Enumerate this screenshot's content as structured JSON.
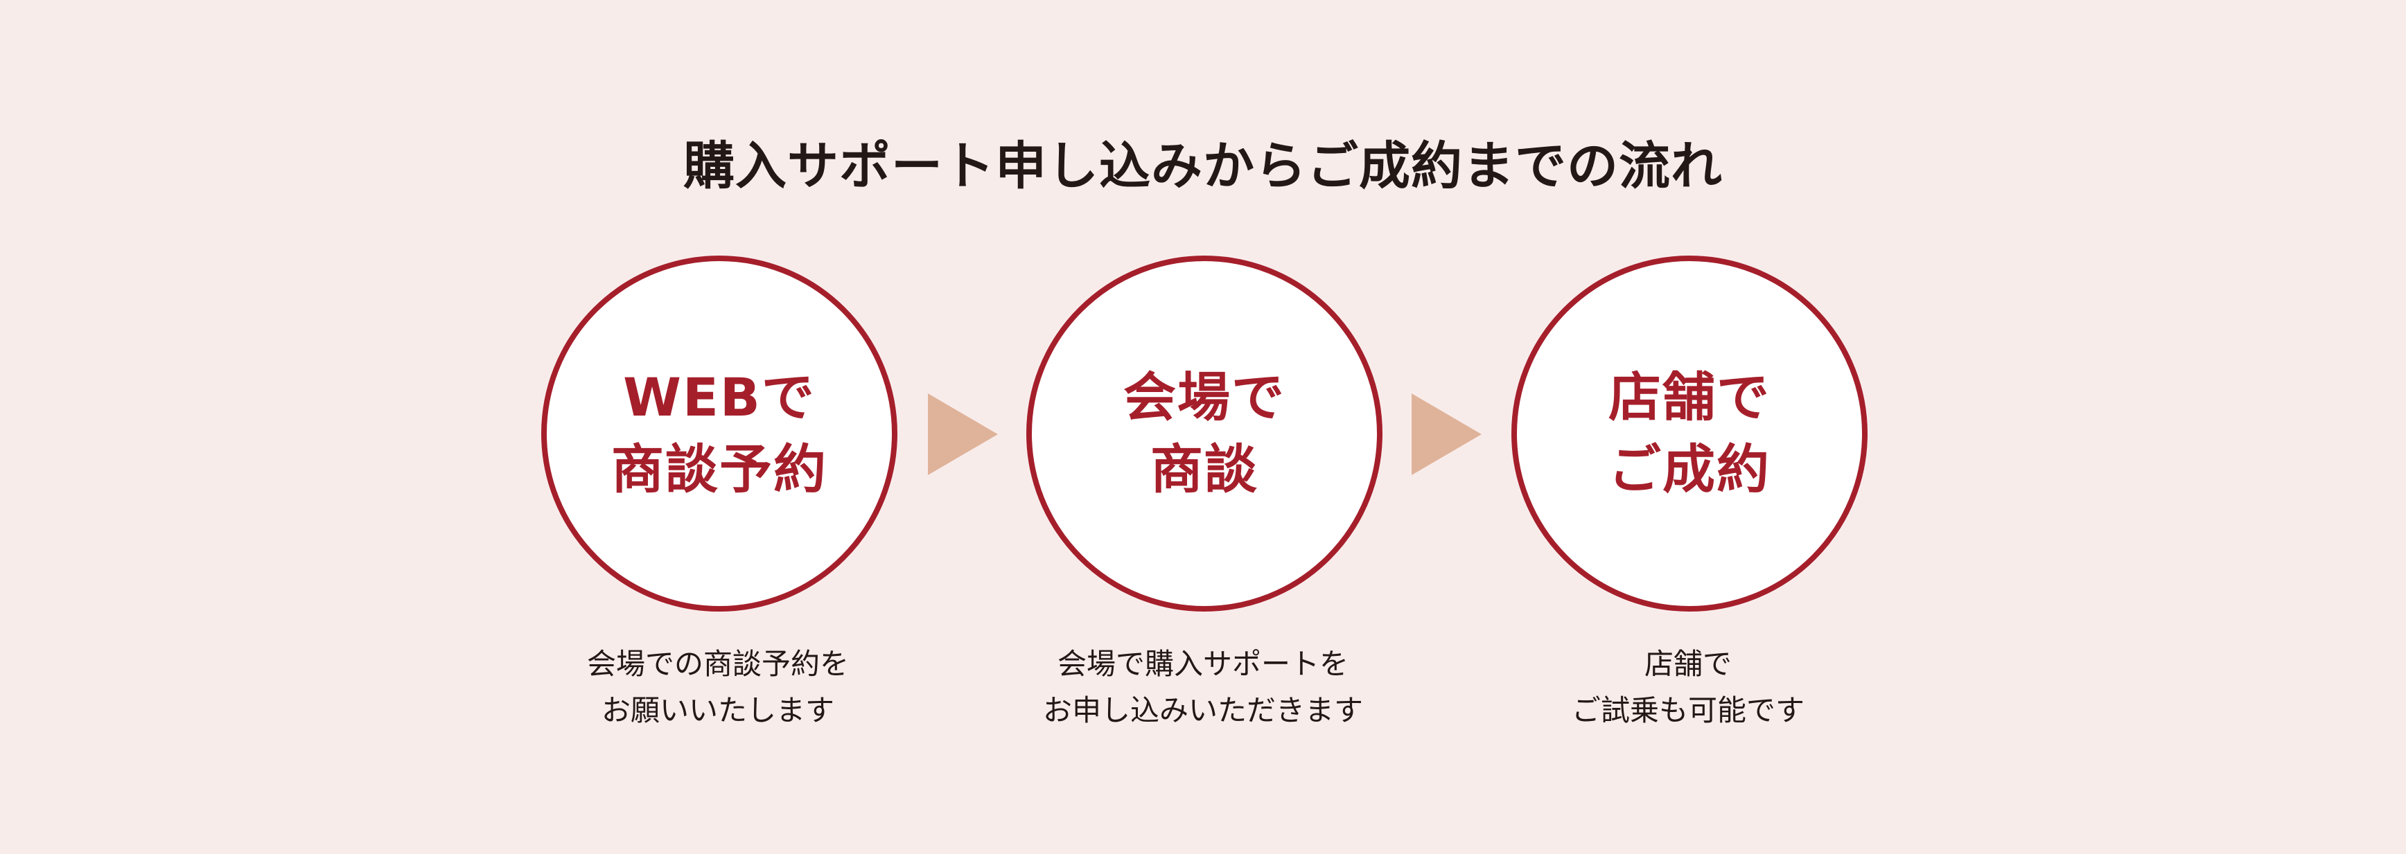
{
  "title": "購入サポート申し込みからご成約までの流れ",
  "steps": [
    {
      "label_lines": [
        "WEBで",
        "商談予約"
      ],
      "desc_lines": [
        "会場での商談予約を",
        "お願いいたします"
      ]
    },
    {
      "label_lines": [
        "会場で",
        "商談"
      ],
      "desc_lines": [
        "会場で購入サポートを",
        "お申し込みいただきます"
      ]
    },
    {
      "label_lines": [
        "店舗で",
        "ご成約"
      ],
      "desc_lines": [
        "店舗で",
        "ご試乗も可能です"
      ]
    }
  ],
  "colors": {
    "accent": "#a51f2b",
    "arrow": "#dfb39a",
    "background": "#f8eceb"
  }
}
